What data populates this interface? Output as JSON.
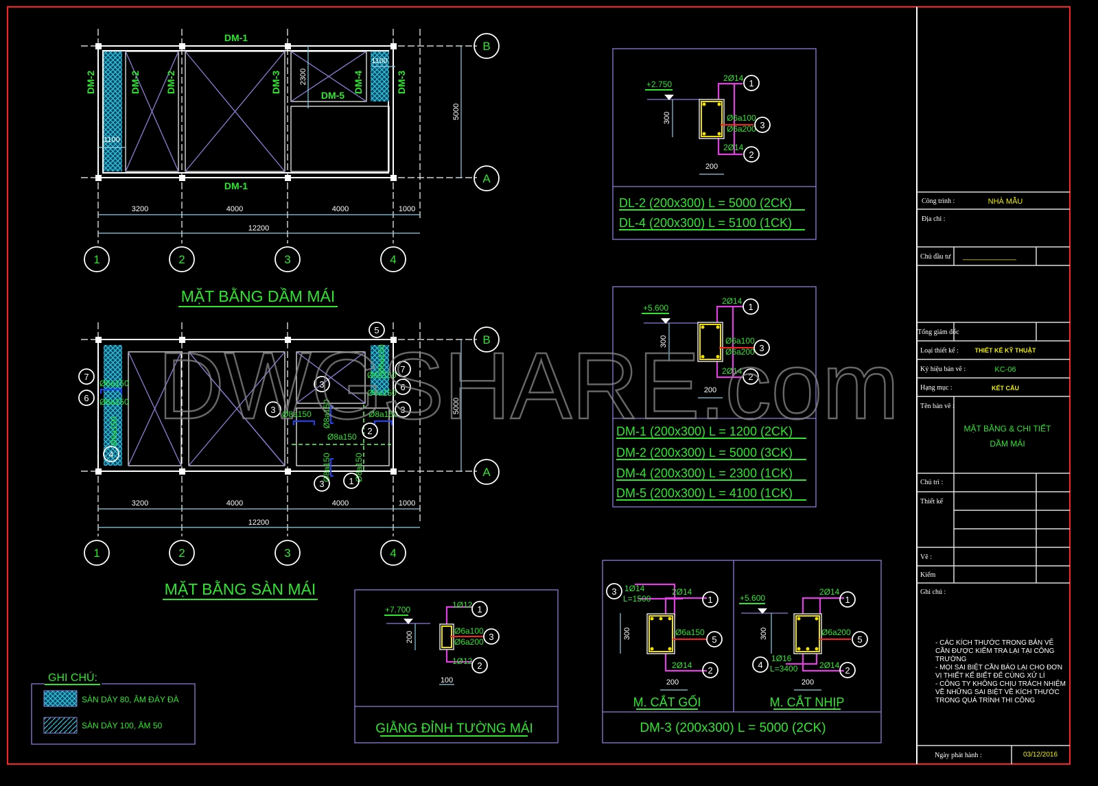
{
  "watermark": "DWGSHARE.com",
  "colors": {
    "background": "#000000",
    "frame": "#ff2020",
    "text": "#2ee62e",
    "rebar": "#e040e0",
    "stirrup": "#f0f000",
    "hatch": "#33c8e8"
  },
  "plan_roof_beam": {
    "title": "MẶT BẰNG DẦM MÁI",
    "beams": {
      "top": "DM-1",
      "bottom": "DM-1",
      "left": "DM-2",
      "b1": "DM-2",
      "b2": "DM-2",
      "b3": "DM-3",
      "b4": "DM-4",
      "b5": "DM-5",
      "right": "DM-3"
    },
    "dims": {
      "d1": "3200",
      "d2": "4000",
      "d3": "4000",
      "d4": "1000",
      "total": "12200",
      "height": "5000",
      "w1": "1100",
      "w2": "1100",
      "h1": "2300"
    },
    "axes_x": [
      "1",
      "2",
      "3",
      "4"
    ],
    "axes_y": [
      "B",
      "A"
    ]
  },
  "plan_roof_slab": {
    "title": "MẶT BẰNG SÀN MÁI",
    "dims": {
      "d1": "3200",
      "d2": "4000",
      "d3": "4000",
      "d4": "1000",
      "total": "12200",
      "height": "5000"
    },
    "axes_x": [
      "1",
      "2",
      "3",
      "4"
    ],
    "axes_y": [
      "B",
      "A"
    ],
    "rebar": {
      "r7a": "Ø6a150",
      "r6a": "Ø6a150",
      "r4": "Ø6a150",
      "r3a": "Ø8a150",
      "r3v": "Ø8a150",
      "r2": "Ø8a150",
      "r3b": "Ø8a150",
      "r1": "Ø8a150",
      "r7b": "Ø6a150",
      "r6b": "Ø6a150",
      "r5": "Ø6a150",
      "r3c": "Ø8a150"
    },
    "marks": {
      "m7a": "7",
      "m6a": "6",
      "m4": "4",
      "m3a": "3",
      "m3v": "3",
      "m2": "2",
      "m3b": "3",
      "m1": "1",
      "m7b": "7",
      "m6b": "6",
      "m5": "5",
      "m3c": "3"
    }
  },
  "legend": {
    "title": "GHI CHÚ:",
    "items": [
      {
        "label": "SÀN DÀY 80, ÂM ĐÁY ĐÀ",
        "pattern": "cross-hatch"
      },
      {
        "label": "SÀN DÀY 100, ÂM 50",
        "pattern": "diagonal-hatch"
      }
    ]
  },
  "section_dl": {
    "level": "+2.750",
    "height": "300",
    "width": "200",
    "top_bar": "2Ø14",
    "bottom_bar": "2Ø14",
    "stirrup1": "Ø6a100",
    "stirrup2": "Ø6a200",
    "marks": [
      "1",
      "2",
      "3"
    ],
    "captions": [
      "DL-2 (200x300) L = 5000 (2CK)",
      "DL-4 (200x300) L = 5100 (1CK)"
    ]
  },
  "section_dm": {
    "level": "+5.600",
    "height": "300",
    "width": "200",
    "top_bar": "2Ø14",
    "bottom_bar": "2Ø14",
    "stirrup1": "Ø6a100",
    "stirrup2": "Ø6a200",
    "marks": [
      "1",
      "2",
      "3"
    ],
    "captions": [
      "DM-1 (200x300) L = 1200 (2CK)",
      "DM-2 (200x300) L = 5000 (3CK)",
      "DM-4 (200x300) L = 2300 (1CK)",
      "DM-5 (200x300) L = 4100 (1CK)"
    ]
  },
  "section_giang": {
    "level": "+7.700",
    "height": "200",
    "width": "100",
    "top_bar": "1Ø12",
    "bottom_bar": "1Ø12",
    "stirrup1": "Ø6a100",
    "stirrup2": "Ø6a200",
    "marks": [
      "1",
      "2",
      "3"
    ],
    "caption": "GIẰNG ĐỈNH TƯỜNG MÁI"
  },
  "section_dm3": {
    "support": {
      "title": "M. CẮT GỐI",
      "extra_bar": "1Ø14",
      "extra_len": "L=1500",
      "top_bar": "2Ø14",
      "bottom_bar": "2Ø14",
      "stirrup": "Ø6a150",
      "height": "300",
      "width": "200",
      "marks": [
        "3",
        "1",
        "5",
        "2"
      ]
    },
    "span": {
      "title": "M. CẮT NHỊP",
      "level": "+5.600",
      "extra_bar": "1Ø16",
      "extra_len": "L=3400",
      "top_bar": "2Ø14",
      "bottom_bar": "2Ø14",
      "stirrup": "Ø6a200",
      "height": "300",
      "width": "200",
      "marks": [
        "1",
        "5",
        "4",
        "2"
      ]
    },
    "caption": "DM-3 (200x300) L = 5000 (2CK)"
  },
  "title_block": {
    "project_label": "Công trình :",
    "project": "NHÀ MẪU",
    "address_label": "Địa chỉ :",
    "owner_label": "Chủ đầu tư",
    "owner": "______________",
    "director_label": "Tổng giám đốc",
    "design_type_label": "Loại thiết kế :",
    "design_type": "THIẾT KẾ KỸ THUẬT",
    "drawing_code_label": "Ký hiệu bản vẽ :",
    "drawing_code": "KC-06",
    "category_label": "Hạng mục :",
    "category": "KẾT CẤU",
    "drawing_name_label": "Tên bản vẽ :",
    "drawing_name_1": "MẶT BẰNG & CHI TIẾT",
    "drawing_name_2": "DẦM MÁI",
    "lead_label": "Chủ trì :",
    "designer_label": "Thiết kế",
    "drawn_label": "Vẽ :",
    "checked_label": "Kiểm",
    "notes_label": "Ghi chú :",
    "notes": [
      "- CÁC KÍCH THƯỚC TRONG BẢN VẼ",
      "CẦN ĐƯỢC KIỂM TRA LẠI TẠI CÔNG",
      "TRƯỜNG",
      "- MỌI SAI BIỆT CẦN BÁO LẠI CHO ĐƠN",
      "VỊ THIẾT KẾ BIẾT ĐỂ CÙNG XỬ LÍ",
      "- CÔNG TY KHÔNG CHỊU TRÁCH NHIỆM",
      "VỀ NHỮNG SAI BIỆT VỀ KÍCH THƯỚC",
      "TRONG QUÁ TRÌNH THI CÔNG"
    ],
    "issue_date_label": "Ngày phát hành :",
    "issue_date": "03/12/2016"
  }
}
